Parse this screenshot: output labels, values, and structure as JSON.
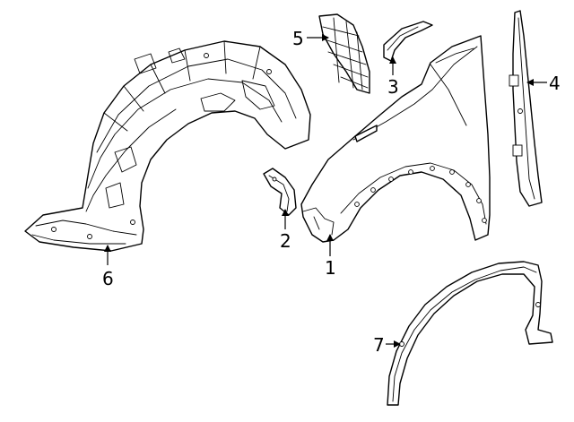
{
  "callouts": [
    {
      "id": "1",
      "label": "1"
    },
    {
      "id": "2",
      "label": "2"
    },
    {
      "id": "3",
      "label": "3"
    },
    {
      "id": "4",
      "label": "4"
    },
    {
      "id": "5",
      "label": "5"
    },
    {
      "id": "6",
      "label": "6"
    },
    {
      "id": "7",
      "label": "7"
    }
  ],
  "parts": [
    {
      "callout": "1",
      "icon": "fender-icon"
    },
    {
      "callout": "2",
      "icon": "fender-bracket-icon"
    },
    {
      "callout": "3",
      "icon": "upper-bracket-icon"
    },
    {
      "callout": "4",
      "icon": "fender-seal-strip-icon"
    },
    {
      "callout": "5",
      "icon": "insulator-pad-icon"
    },
    {
      "callout": "6",
      "icon": "wheel-liner-icon"
    },
    {
      "callout": "7",
      "icon": "wheel-arch-molding-icon"
    }
  ]
}
